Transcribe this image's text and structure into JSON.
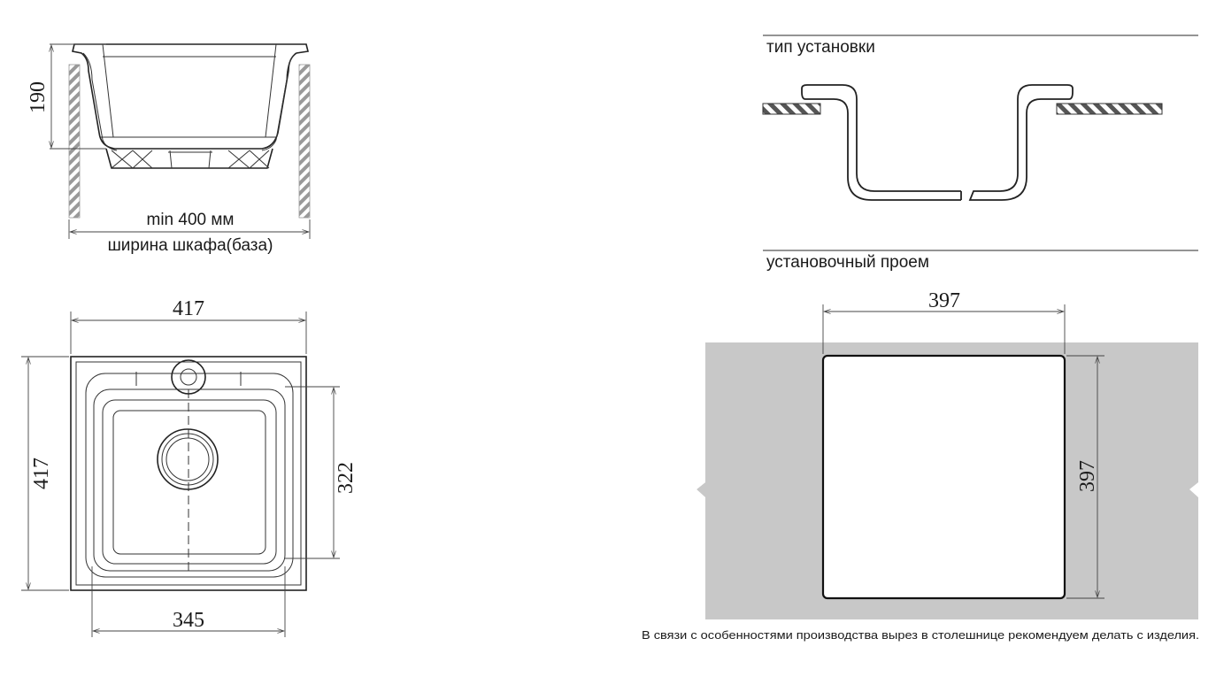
{
  "side_view": {
    "height_dim": "190",
    "min_width": "min 400 мм",
    "cabinet_label": "ширина шкафа(база)"
  },
  "top_view": {
    "width_top": "417",
    "height_left": "417",
    "inner_height": "322",
    "inner_width": "345"
  },
  "installation": {
    "type_label": "тип установки",
    "cutout_label": "установочный проем",
    "cutout_width": "397",
    "cutout_height": "397",
    "footnote": "В связи с особенностями производства вырез в столешнице рекомендуем делать с изделия."
  },
  "colors": {
    "countertop": "#c8c8c8",
    "hatch": "#999999"
  }
}
